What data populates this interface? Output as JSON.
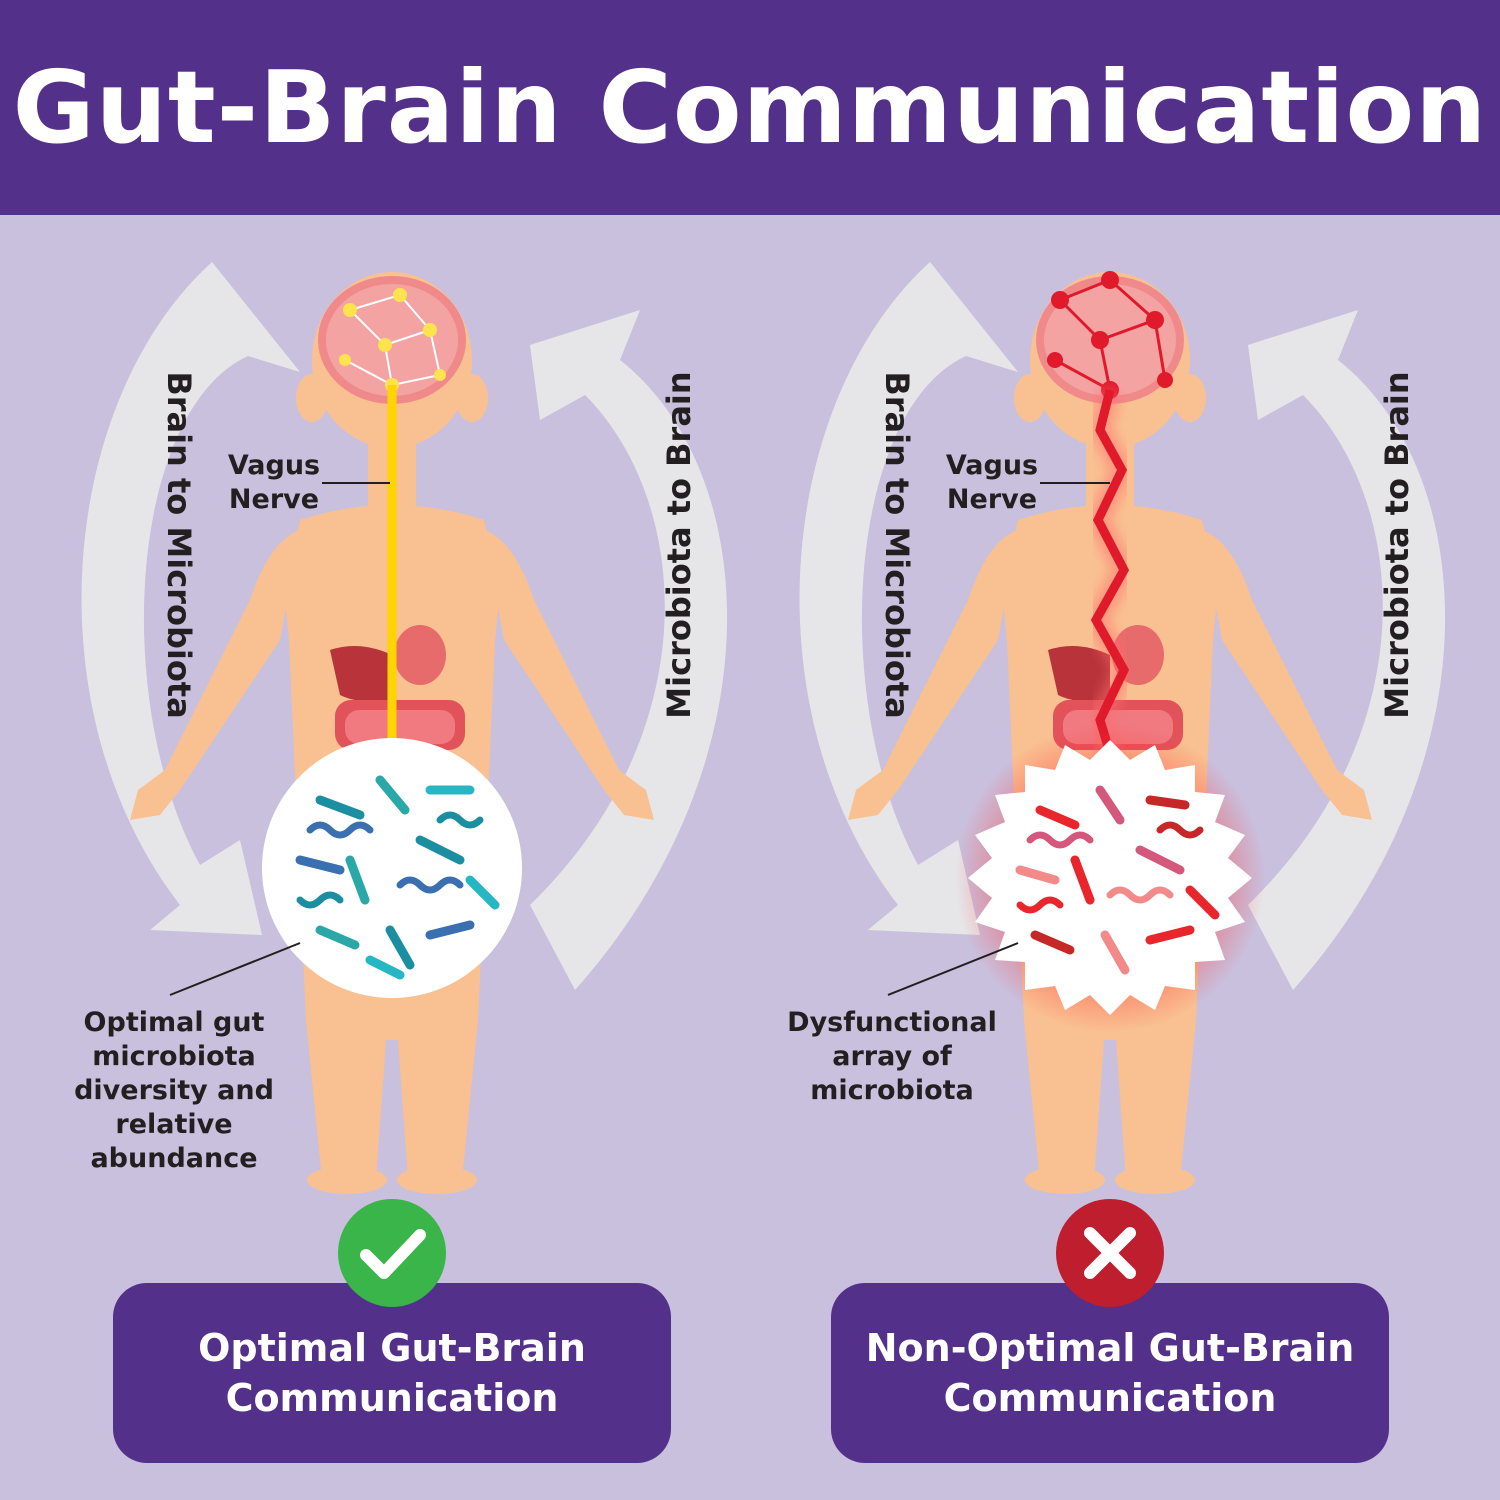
{
  "title": "Gut-Brain Communication",
  "left_panel": {
    "arrow_down_label": "Brain to Microbiota",
    "arrow_up_label": "Microbiota to Brain",
    "vagus_label": "Vagus\nNerve",
    "microbiota_label": "Optimal gut\nmicrobiota\ndiversity and\nrelative\nabundance",
    "result_text": "Optimal Gut-Brain\nCommunication",
    "status_icon": "check-icon",
    "status_color": "#39b54a",
    "nerve_color": "#ffd400",
    "microbe_colors": [
      "#1b8ea1",
      "#2aa8a8",
      "#3a6fb0",
      "#27b7c4"
    ]
  },
  "right_panel": {
    "arrow_down_label": "Brain to Microbiota",
    "arrow_up_label": "Microbiota to Brain",
    "vagus_label": "Vagus\nNerve",
    "microbiota_label": "Dysfunctional\narray of\nmicrobiota",
    "result_text": "Non-Optimal Gut-Brain\nCommunication",
    "status_icon": "cross-icon",
    "status_color": "#be1e2d",
    "nerve_color": "#e0192b",
    "microbe_colors": [
      "#e8262b",
      "#d4577c",
      "#f28a8a",
      "#c62828"
    ]
  },
  "colors": {
    "title_bar": "#533089",
    "background": "#c9c0dd",
    "skin": "#f9c191",
    "arrow": "#e6e6e9"
  }
}
